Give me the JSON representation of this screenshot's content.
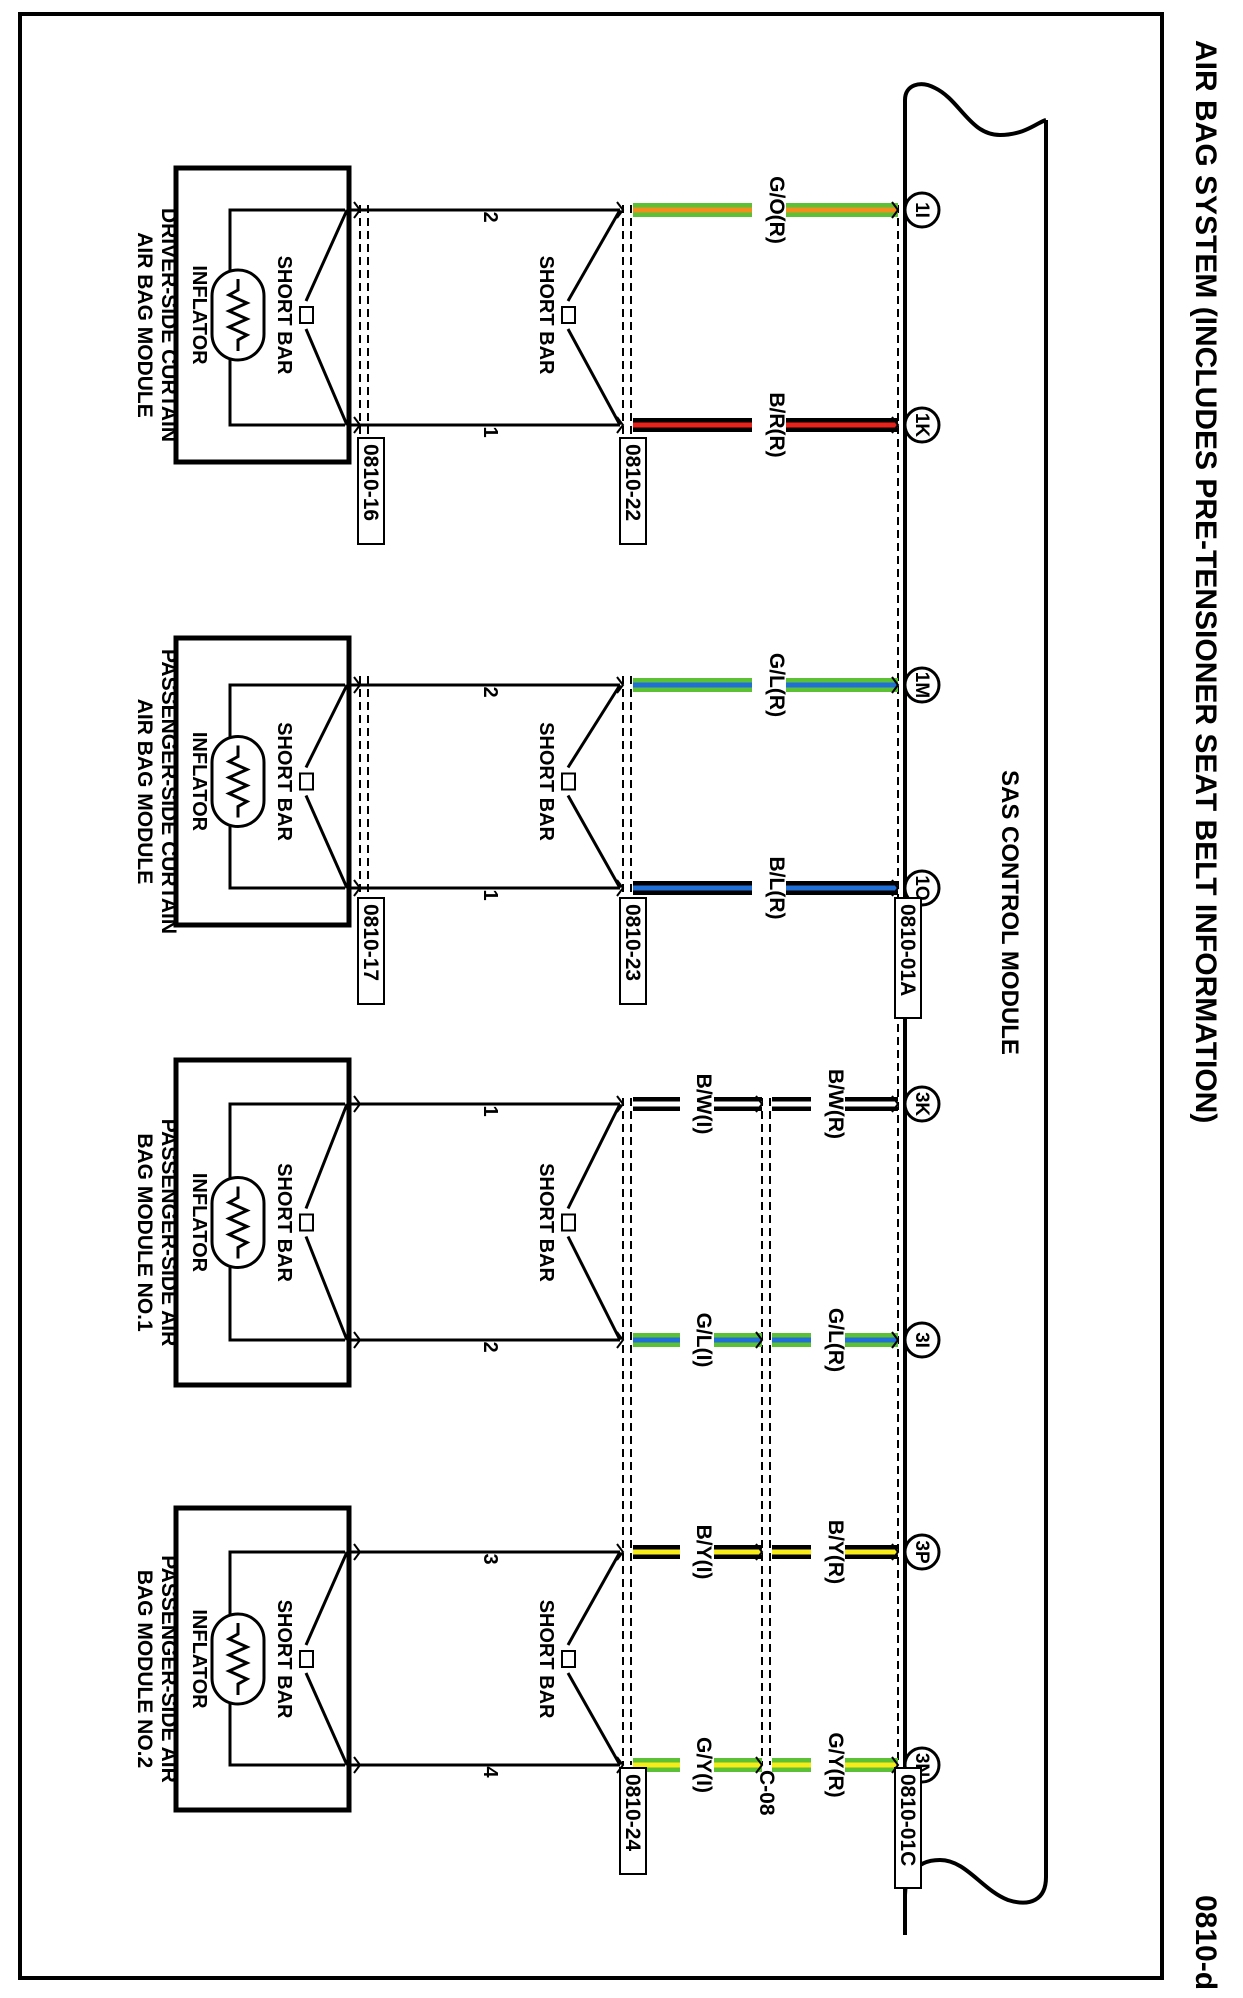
{
  "title": "AIR BAG SYSTEM (INCLUDES PRE-TENSIONER SEAT BELT INFORMATION)",
  "page_code": "0810-d",
  "control_module": {
    "name": "SAS CONTROL MODULE"
  },
  "short_bar_label": "SHORT BAR",
  "inflator_label": "INFLATOR",
  "colors": {
    "red": "#e8231c",
    "orange": "#f28e1c",
    "green": "#5cc134",
    "blue": "#1f6fd6",
    "yellow": "#f7ec1a",
    "white": "#ffffff",
    "black": "#000000"
  },
  "modules": [
    {
      "name_lines": [
        "DRIVER-SIDE CURTAIN",
        "AIR BAG MODULE"
      ],
      "connector_module": "0810-16",
      "connector_harness": "0810-22",
      "connector_control": "",
      "wires": [
        {
          "terminal": "1I",
          "pin": "2",
          "label": "G/O(R)",
          "color": "#5cc134",
          "stripe": "#f28e1c"
        },
        {
          "terminal": "1K",
          "pin": "1",
          "label": "B/R(R)",
          "color": "#000000",
          "stripe": "#e8231c"
        }
      ]
    },
    {
      "name_lines": [
        "PASSENGER-SIDE CURTAIN",
        "AIR BAG MODULE"
      ],
      "connector_module": "0810-17",
      "connector_harness": "0810-23",
      "connector_control": "0810-01A",
      "wires": [
        {
          "terminal": "1M",
          "pin": "2",
          "label": "G/L(R)",
          "color": "#5cc134",
          "stripe": "#1f6fd6"
        },
        {
          "terminal": "1O",
          "pin": "1",
          "label": "B/L(R)",
          "color": "#000000",
          "stripe": "#1f6fd6"
        }
      ]
    },
    {
      "name_lines": [
        "PASSENGER-SIDE AIR",
        "BAG MODULE NO.1"
      ],
      "connector_module": "",
      "connector_harness": "",
      "connector_control": "",
      "wires": [
        {
          "terminal": "3K",
          "pin": "1",
          "label": "B/W(R)",
          "label_i": "B/W(I)",
          "color": "#000000",
          "stripe": "#ffffff"
        },
        {
          "terminal": "3I",
          "pin": "2",
          "label": "G/L(R)",
          "label_i": "G/L(I)",
          "color": "#5cc134",
          "stripe": "#1f6fd6"
        }
      ]
    },
    {
      "name_lines": [
        "PASSENGER-SIDE AIR",
        "BAG MODULE NO.2"
      ],
      "connector_module": "",
      "connector_harness": "0810-24",
      "connector_control": "0810-01C",
      "connector_mid": "C-08",
      "wires": [
        {
          "terminal": "3P",
          "pin": "3",
          "label": "B/Y(R)",
          "label_i": "B/Y(I)",
          "color": "#000000",
          "stripe": "#f7ec1a"
        },
        {
          "terminal": "3N",
          "pin": "4",
          "label": "G/Y(R)",
          "label_i": "G/Y(I)",
          "color": "#5cc134",
          "stripe": "#f7ec1a"
        }
      ]
    }
  ]
}
